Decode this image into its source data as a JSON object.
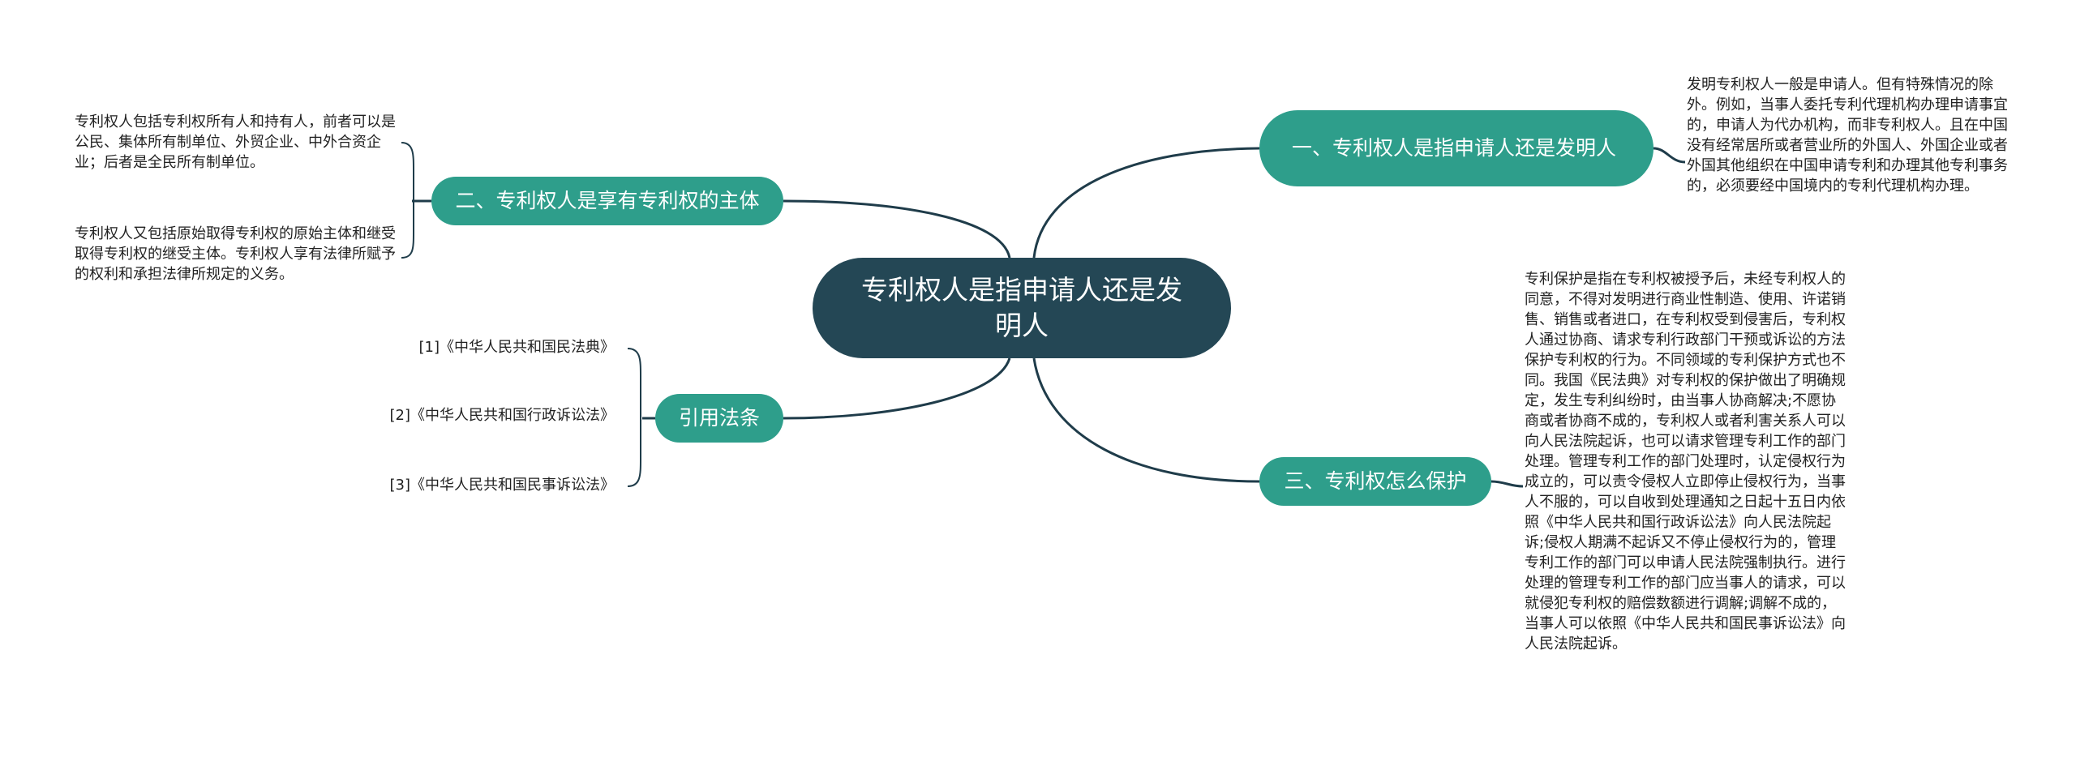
{
  "mindmap": {
    "root": {
      "label": "专利权人是指申请人还是发明人"
    },
    "branches": [
      {
        "label": "一、专利权人是指申请人还是发明人",
        "children": [
          "发明专利权人一般是申请人。但有特殊情况的除外。例如，当事人委托专利代理机构办理申请事宜的，申请人为代办机构，而非专利权人。且在中国没有经常居所或者营业所的外国人、外国企业或者外国其他组织在中国申请专利和办理其他专利事务的，必须要经中国境内的专利代理机构办理。"
        ]
      },
      {
        "label": "二、专利权人是享有专利权的主体",
        "children": [
          "专利权人包括专利权所有人和持有人，前者可以是公民、集体所有制单位、外贸企业、中外合资企业；后者是全民所有制单位。",
          "专利权人又包括原始取得专利权的原始主体和继受取得专利权的继受主体。专利权人享有法律所赋予的权利和承担法律所规定的义务。"
        ]
      },
      {
        "label": "三、专利权怎么保护",
        "children": [
          "专利保护是指在专利权被授予后，未经专利权人的同意，不得对发明进行商业性制造、使用、许诺销售、销售或者进口，在专利权受到侵害后，专利权人通过协商、请求专利行政部门干预或诉讼的方法保护专利权的行为。不同领域的专利保护方式也不同。我国《民法典》对专利权的保护做出了明确规定，发生专利纠纷时，由当事人协商解决;不愿协商或者协商不成的，专利权人或者利害关系人可以向人民法院起诉，也可以请求管理专利工作的部门处理。管理专利工作的部门处理时，认定侵权行为成立的，可以责令侵权人立即停止侵权行为，当事人不服的，可以自收到处理通知之日起十五日内依照《中华人民共和国行政诉讼法》向人民法院起诉;侵权人期满不起诉又不停止侵权行为的，管理专利工作的部门可以申请人民法院强制执行。进行处理的管理专利工作的部门应当事人的请求，可以就侵犯专利权的赔偿数额进行调解;调解不成的，当事人可以依照《中华人民共和国民事诉讼法》向人民法院起诉。"
        ]
      },
      {
        "label": "引用法条",
        "children": [
          "[1]《中华人民共和国民法典》",
          "[2]《中华人民共和国行政诉讼法》",
          "[3]《中华人民共和国民事诉讼法》"
        ]
      }
    ]
  },
  "colors": {
    "root_fill": "#244755",
    "branch_fill": "#2e9e8b",
    "connector": "#1f3c4a",
    "text_on_fill": "#ffffff",
    "leaf_text": "#222222"
  }
}
